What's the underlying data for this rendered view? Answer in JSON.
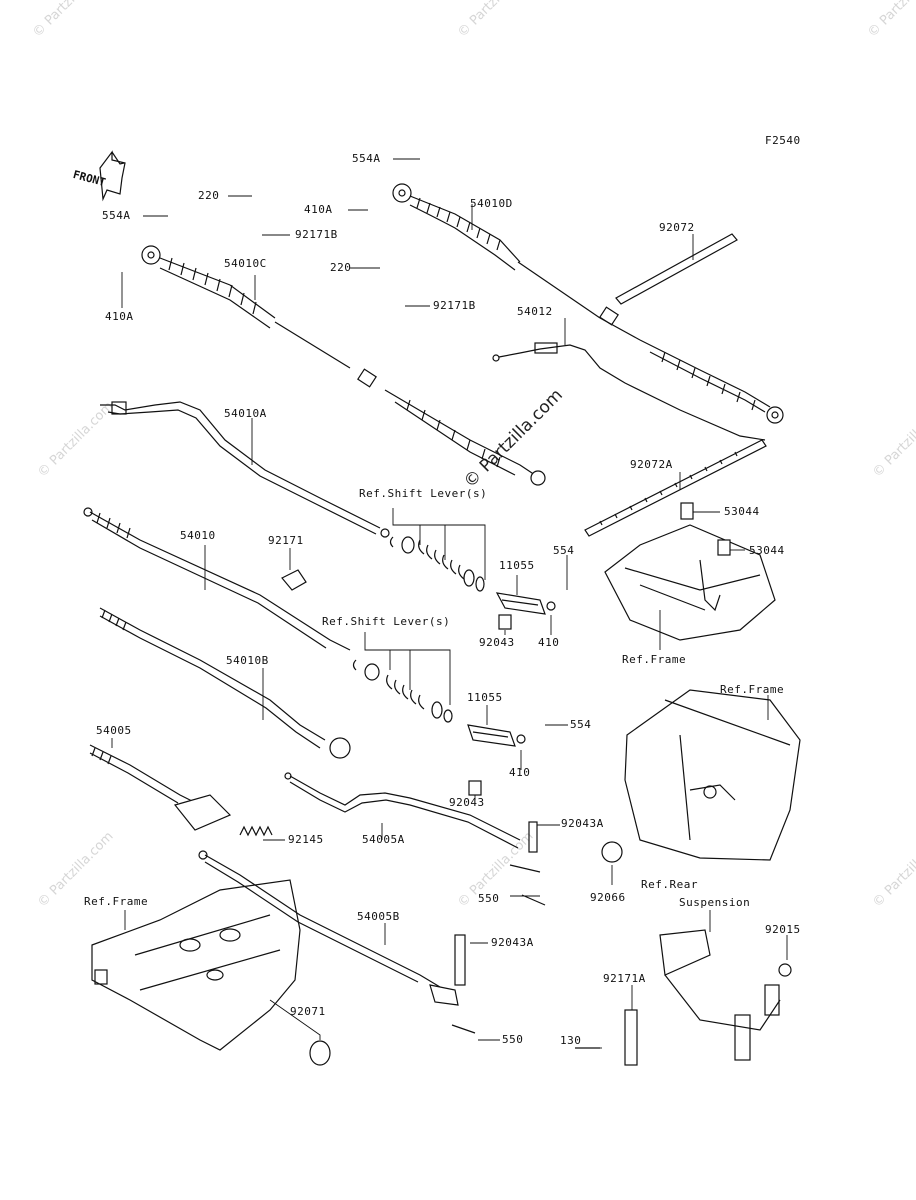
{
  "figure_code": "F2540",
  "front_label": "FRONT",
  "watermark": "© Partzilla.com",
  "watermark_center": "© Partzilla.com",
  "parts": {
    "p554A_top": "554A",
    "p554A_left": "554A",
    "p220_a": "220",
    "p220_b": "220",
    "p410A_top": "410A",
    "p410A_left": "410A",
    "p92171B_a": "92171B",
    "p92171B_b": "92171B",
    "p54010D": "54010D",
    "p54010C": "54010C",
    "p92072": "92072",
    "p54012": "54012",
    "p54010A": "54010A",
    "p92072A": "92072A",
    "ref_shift_1": "Ref.Shift Lever(s)",
    "ref_shift_2": "Ref.Shift Lever(s)",
    "p53044_a": "53044",
    "p53044_b": "53044",
    "p54010": "54010",
    "p92171": "92171",
    "p11055_a": "11055",
    "p11055_b": "11055",
    "p554_a": "554",
    "p554_b": "554",
    "p410_a": "410",
    "p410_b": "410",
    "p92043_a": "92043",
    "p92043_b": "92043",
    "ref_frame_1": "Ref.Frame",
    "ref_frame_2": "Ref.Frame",
    "ref_frame_3": "Ref.Frame",
    "p54010B": "54010B",
    "p54005": "54005",
    "p92145": "92145",
    "p54005A": "54005A",
    "p92043A_a": "92043A",
    "p92043A_b": "92043A",
    "p92066": "92066",
    "ref_rear_susp_1": "Ref.Rear",
    "ref_rear_susp_2": "Suspension",
    "p550_a": "550",
    "p550_b": "550",
    "p54005B": "54005B",
    "p92015": "92015",
    "p92171A": "92171A",
    "p92071": "92071",
    "p130": "130"
  }
}
